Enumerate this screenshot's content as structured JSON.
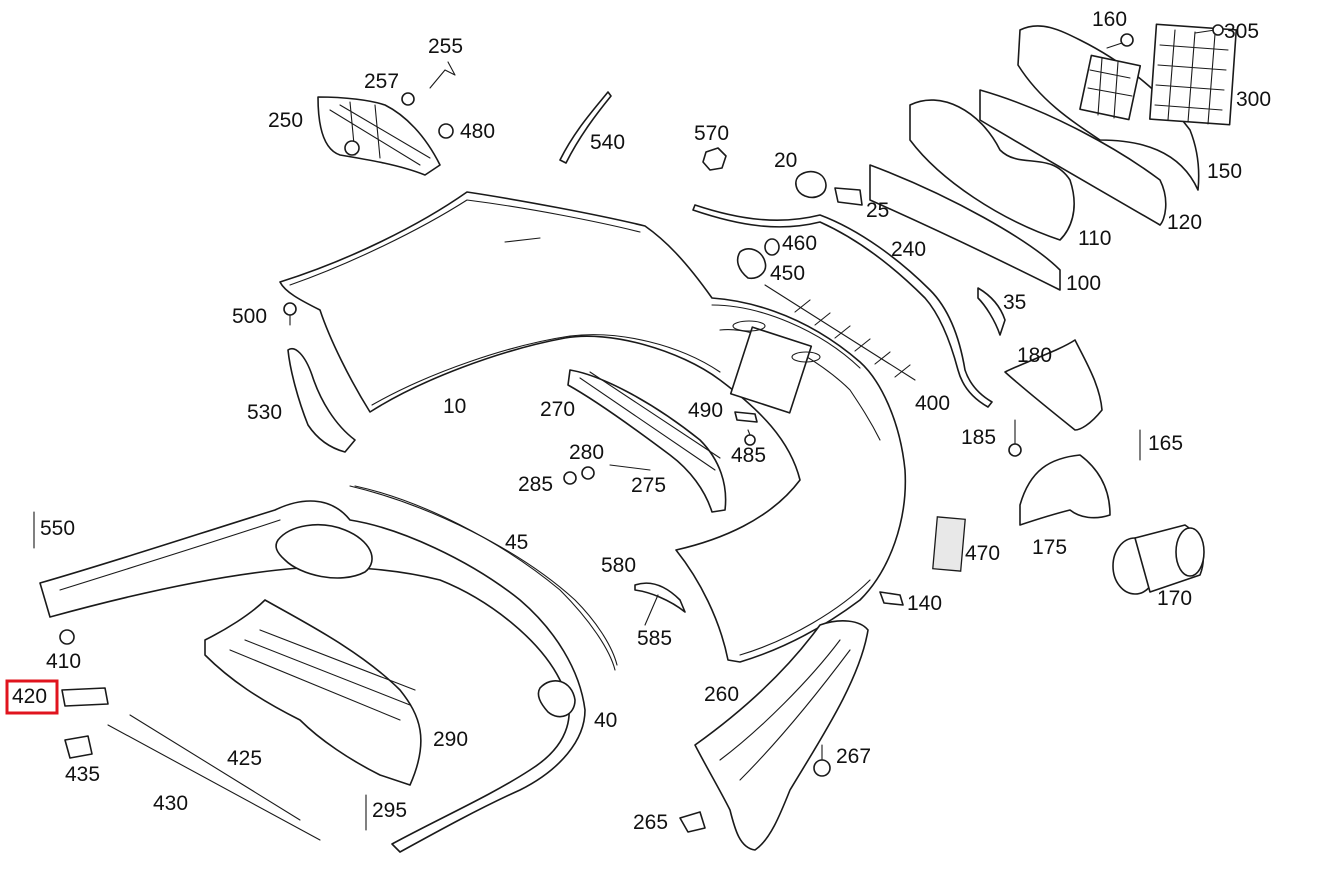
{
  "diagram": {
    "highlight_color": "#e0141e",
    "highlighted_label": "420",
    "labels": [
      "10",
      "20",
      "25",
      "35",
      "40",
      "45",
      "100",
      "110",
      "120",
      "140",
      "150",
      "160",
      "165",
      "170",
      "175",
      "180",
      "185",
      "240",
      "250",
      "255",
      "257",
      "260",
      "265",
      "267",
      "270",
      "275",
      "280",
      "285",
      "290",
      "295",
      "300",
      "305",
      "400",
      "410",
      "420",
      "425",
      "430",
      "435",
      "450",
      "460",
      "470",
      "480",
      "485",
      "490",
      "500",
      "530",
      "540",
      "550",
      "570",
      "580",
      "585"
    ]
  }
}
